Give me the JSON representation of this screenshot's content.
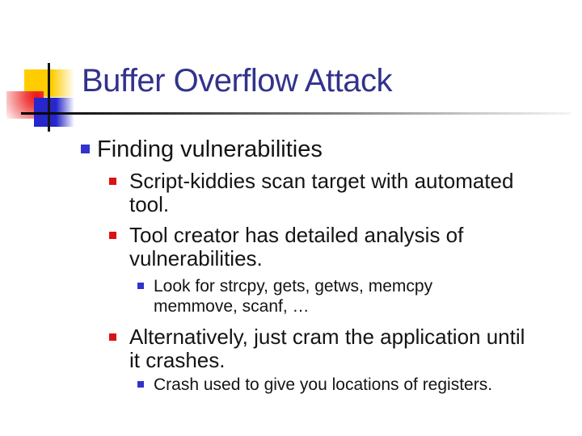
{
  "slide": {
    "title": "Buffer Overflow Attack",
    "colors": {
      "title_text": "#32328c",
      "body_text": "#141414",
      "bullet_level1": "#3333cc",
      "bullet_level2": "#dd1111",
      "bullet_level3": "#3333cc",
      "deco_yellow": "#ffcc00",
      "deco_red": "#ee1111",
      "deco_blue": "#2626cc"
    },
    "content": {
      "heading": "Finding vulnerabilities",
      "items": [
        {
          "level": 2,
          "lines": [
            "Script-kiddies scan target with automated",
            "tool."
          ]
        },
        {
          "level": 2,
          "lines": [
            "Tool creator has detailed analysis of",
            "vulnerabilities."
          ]
        },
        {
          "level": 3,
          "lines": [
            "Look for strcpy, gets, getws, memcpy",
            "memmove, scanf, …"
          ]
        },
        {
          "level": 2,
          "lines": [
            "Alternatively, just cram the application until",
            "it crashes."
          ]
        },
        {
          "level": 3,
          "lines": [
            "Crash used to give you locations of registers."
          ]
        }
      ]
    }
  }
}
